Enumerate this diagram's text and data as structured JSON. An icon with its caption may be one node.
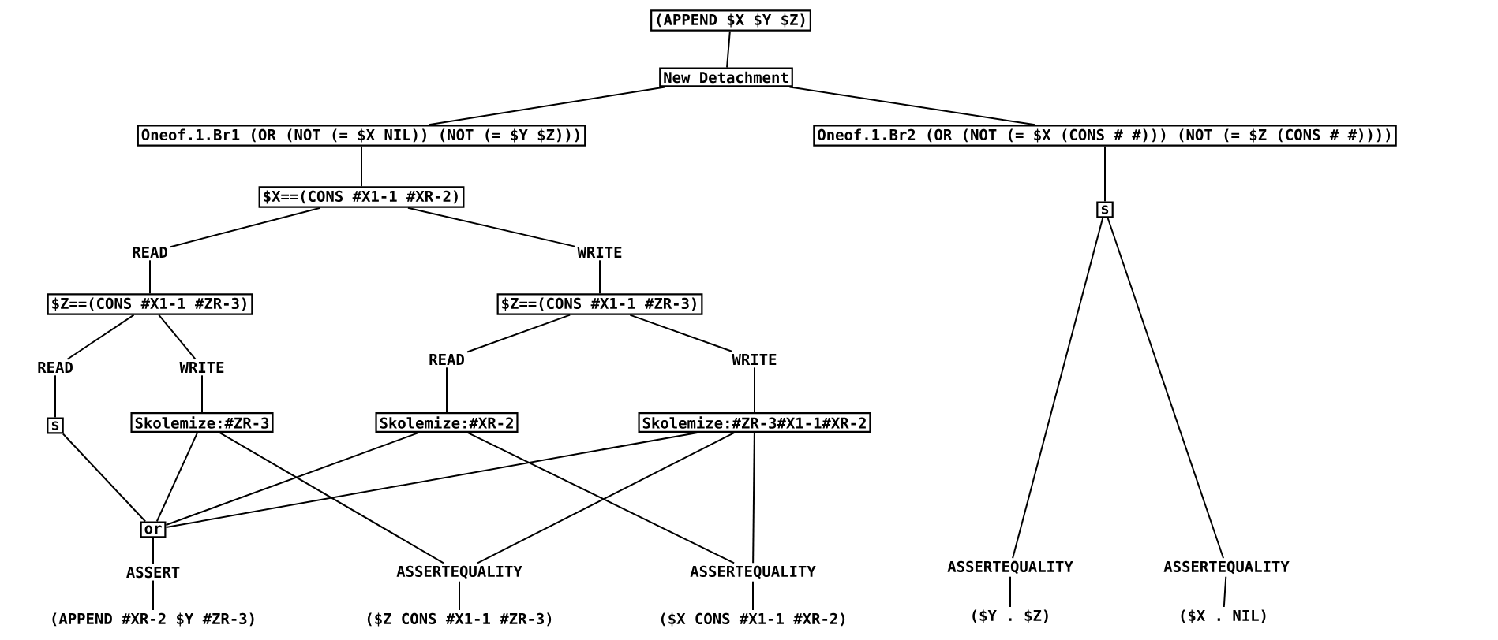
{
  "diagram": {
    "nodes": [
      {
        "text": [
          "(APPEND $X $Y $Z)"
        ]
      },
      {
        "text": [
          "New Detachment"
        ]
      },
      {
        "text": [
          "Oneof.1.Br1 (OR (NOT (= $X NIL)) (NOT (= $Y $Z)))"
        ]
      },
      {
        "text": [
          "Oneof.1.Br2 (OR (NOT (= $X (CONS # #))) (NOT (= $Z (CONS # #))))"
        ]
      },
      {
        "text": [
          "$X==(CONS #X1-1 #XR-2)"
        ]
      },
      {
        "text": [
          "READ"
        ]
      },
      {
        "text": [
          "WRITE"
        ]
      },
      {
        "text": [
          "$Z==(CONS #X1-1 #ZR-3)"
        ]
      },
      {
        "text": [
          "$Z==(CONS #X1-1 #ZR-3)"
        ]
      },
      {
        "text": [
          "READ"
        ]
      },
      {
        "text": [
          "WRITE"
        ]
      },
      {
        "text": [
          "READ"
        ]
      },
      {
        "text": [
          "WRITE"
        ]
      },
      {
        "text": [
          "s"
        ]
      },
      {
        "text": [
          "Skolemize:#ZR-3"
        ]
      },
      {
        "text": [
          "Skolemize:#XR-2"
        ]
      },
      {
        "text": [
          "Skolemize:#ZR-3#X1-1#XR-2"
        ]
      },
      {
        "text": [
          "or"
        ]
      },
      {
        "text": [
          "ASSERT"
        ]
      },
      {
        "text": [
          "ASSERTEQUALITY"
        ]
      },
      {
        "text": [
          "ASSERTEQUALITY"
        ]
      },
      {
        "text": [
          "(APPEND #XR-2 $Y #ZR-3)"
        ]
      },
      {
        "text": [
          "($Z CONS #X1-1 #ZR-3)"
        ]
      },
      {
        "text": [
          "($X CONS #X1-1 #XR-2)"
        ]
      },
      {
        "text": [
          "s"
        ]
      },
      {
        "text": [
          "ASSERTEQUALITY"
        ]
      },
      {
        "text": [
          "ASSERTEQUALITY"
        ]
      },
      {
        "text": [
          "($Y . $Z)"
        ]
      },
      {
        "text": [
          "($X . NIL)"
        ]
      }
    ],
    "edges": [
      {
        "from": 0,
        "to": 1,
        "arrow": "none"
      },
      {
        "from": 1,
        "to": 2,
        "arrow": "none"
      },
      {
        "from": 1,
        "to": 3,
        "arrow": "none"
      },
      {
        "from": 2,
        "to": 4,
        "arrow": "none"
      },
      {
        "from": 4,
        "to": 5,
        "arrow": "none"
      },
      {
        "from": 4,
        "to": 6,
        "arrow": "none"
      },
      {
        "from": 5,
        "to": 7,
        "arrow": "none"
      },
      {
        "from": 6,
        "to": 8,
        "arrow": "none"
      },
      {
        "from": 7,
        "to": 9,
        "arrow": "none"
      },
      {
        "from": 7,
        "to": 10,
        "arrow": "none"
      },
      {
        "from": 8,
        "to": 11,
        "arrow": "none"
      },
      {
        "from": 8,
        "to": 12,
        "arrow": "none"
      },
      {
        "from": 9,
        "to": 13,
        "arrow": "none"
      },
      {
        "from": 10,
        "to": 14,
        "arrow": "none"
      },
      {
        "from": 11,
        "to": 15,
        "arrow": "none"
      },
      {
        "from": 12,
        "to": 16,
        "arrow": "none"
      },
      {
        "from": 13,
        "to": 17,
        "arrow": "none"
      },
      {
        "from": 14,
        "to": 17,
        "arrow": "none"
      },
      {
        "from": 15,
        "to": 17,
        "arrow": "none"
      },
      {
        "from": 16,
        "to": 17,
        "arrow": "none"
      },
      {
        "from": 14,
        "to": 19,
        "arrow": "none"
      },
      {
        "from": 15,
        "to": 20,
        "arrow": "none"
      },
      {
        "from": 16,
        "to": 19,
        "arrow": "none"
      },
      {
        "from": 16,
        "to": 20,
        "arrow": "none"
      },
      {
        "from": 17,
        "to": 18,
        "arrow": "none"
      },
      {
        "from": 18,
        "to": 21,
        "arrow": "none"
      },
      {
        "from": 19,
        "to": 22,
        "arrow": "none"
      },
      {
        "from": 20,
        "to": 23,
        "arrow": "none"
      },
      {
        "from": 3,
        "to": 24,
        "arrow": "none"
      },
      {
        "from": 24,
        "to": 25,
        "arrow": "none"
      },
      {
        "from": 24,
        "to": 26,
        "arrow": "none"
      },
      {
        "from": 25,
        "to": 27,
        "arrow": "none"
      },
      {
        "from": 26,
        "to": 28,
        "arrow": "none"
      }
    ]
  }
}
